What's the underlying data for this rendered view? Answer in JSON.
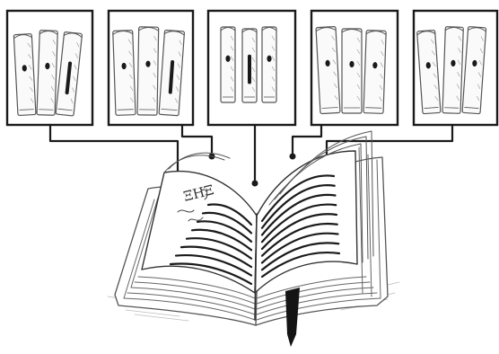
{
  "colors": {
    "ink": "#1a1a1a",
    "pencil": "#555555",
    "light_pencil": "#9a9a9a",
    "paper": "#ffffff",
    "bookmark": "#141414"
  },
  "panels": [
    {
      "name": "shelf-panel-1",
      "books": 3
    },
    {
      "name": "shelf-panel-2",
      "books": 3
    },
    {
      "name": "shelf-panel-3",
      "books": 3
    },
    {
      "name": "shelf-panel-4",
      "books": 3
    },
    {
      "name": "shelf-panel-5",
      "books": 3
    }
  ],
  "center_book": {
    "kind": "open-book-icon",
    "margin_doodle": "ΞHΞ"
  }
}
